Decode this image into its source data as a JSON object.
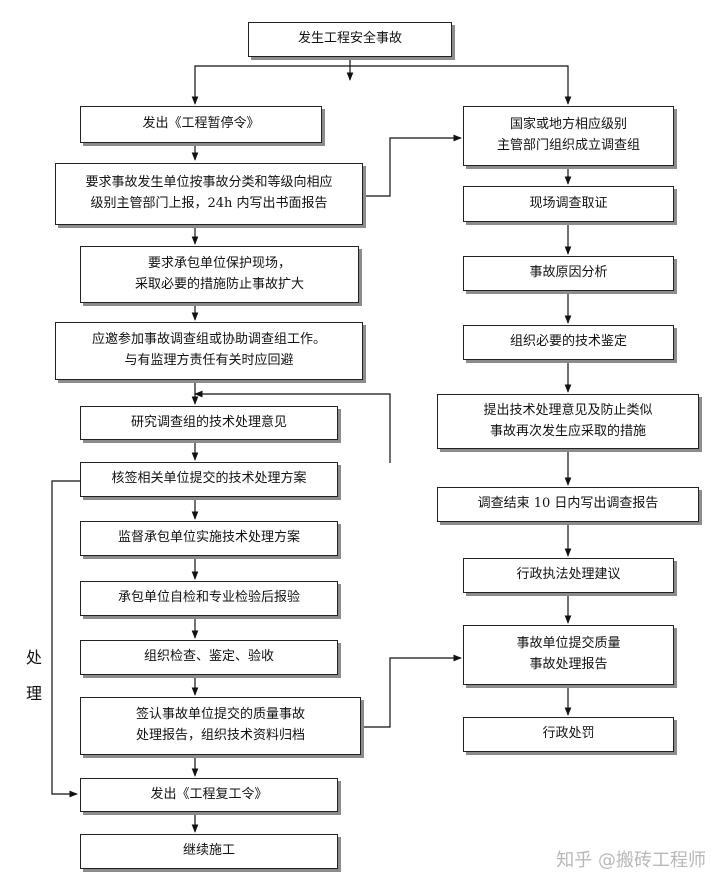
{
  "nodes": {
    "start": "发生工程安全事故",
    "l1": "发出《工程暂停令》",
    "l2": "要求事故发生单位按事故分类和等级向相应\n级别主管部门上报，24h 内写出书面报告",
    "l3": "要求承包单位保护现场，\n采取必要的措施防止事故扩大",
    "l4": "应邀参加事故调查组或协助调查组工作。\n与有监理方责任有关时应回避",
    "l5": "研究调查组的技术处理意见",
    "l6": "核签相关单位提交的技术处理方案",
    "l7": "监督承包单位实施技术处理方案",
    "l8": "承包单位自检和专业检验后报验",
    "l9": "组织检查、鉴定、验收",
    "l10": "签认事故单位提交的质量事故\n处理报告，组织技术资料归档",
    "l11": "发出《工程复工令》",
    "l12": "继续施工",
    "r1": "国家或地方相应级别\n主管部门组织成立调查组",
    "r2": "现场调查取证",
    "r3": "事故原因分析",
    "r4": "组织必要的技术鉴定",
    "r5": "提出技术处理意见及防止类似\n事故再次发生应采取的措施",
    "r6": "调查结束 10 日内写出调查报告",
    "r7": "行政执法处理建议",
    "r8": "事故单位提交质量\n事故处理报告",
    "r9": "行政处罚"
  },
  "side_label": [
    "处",
    "理"
  ],
  "watermark": "知乎 @搬砖工程师"
}
